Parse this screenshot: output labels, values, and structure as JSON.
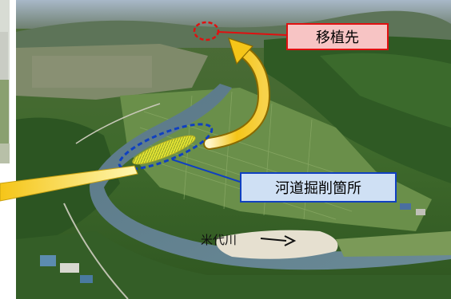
{
  "labels": {
    "transplant_destination": "移植先",
    "river_channel_excavation": "河道掘削箇所",
    "river_name": "米代川"
  },
  "colors": {
    "destination_border": "#e01010",
    "destination_fill": "#f7c4c4",
    "excavation_border": "#1040c0",
    "excavation_fill": "#cfe0f4",
    "arrow_yellow": "#f5c518",
    "highlight_yellow": "#f2ea2c"
  },
  "icons": [
    "transplant-arrow-icon",
    "river-pointer-arrow-icon"
  ]
}
